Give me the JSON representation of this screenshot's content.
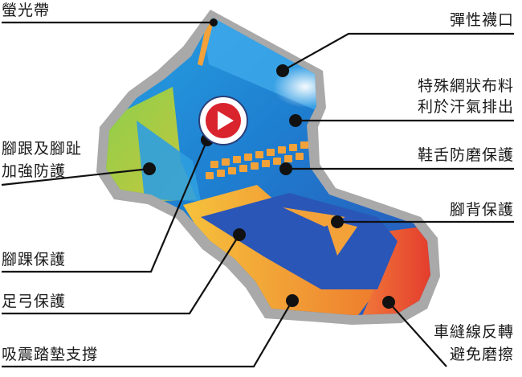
{
  "labels": {
    "reflective_strip": "螢光帶",
    "elastic_cuff": "彈性襪口",
    "mesh_fabric_line1": "特殊網狀布料",
    "mesh_fabric_line2": "利於汗氣排出",
    "heel_toe_line1": "腳跟及腳趾",
    "heel_toe_line2": "加強防護",
    "tongue_protection": "鞋舌防磨保護",
    "instep_protection": "腳背保護",
    "ankle_protection": "腳踝保護",
    "arch_protection": "足弓保護",
    "cushion_support": "吸震踏墊支撐",
    "reverse_seam_line1": "車縫線反轉",
    "reverse_seam_line2": "避免磨擦"
  },
  "colors": {
    "outline": "#a9a9a9",
    "upper_blue": "#1e88d2",
    "deep_blue": "#2a56b8",
    "orange": "#f3a23a",
    "red_toe": "#e3442f",
    "green_heel": "#7cc24a",
    "play_red": "#d9232d",
    "leader_line": "#111111"
  },
  "icons": {
    "play": "play-button-icon"
  }
}
